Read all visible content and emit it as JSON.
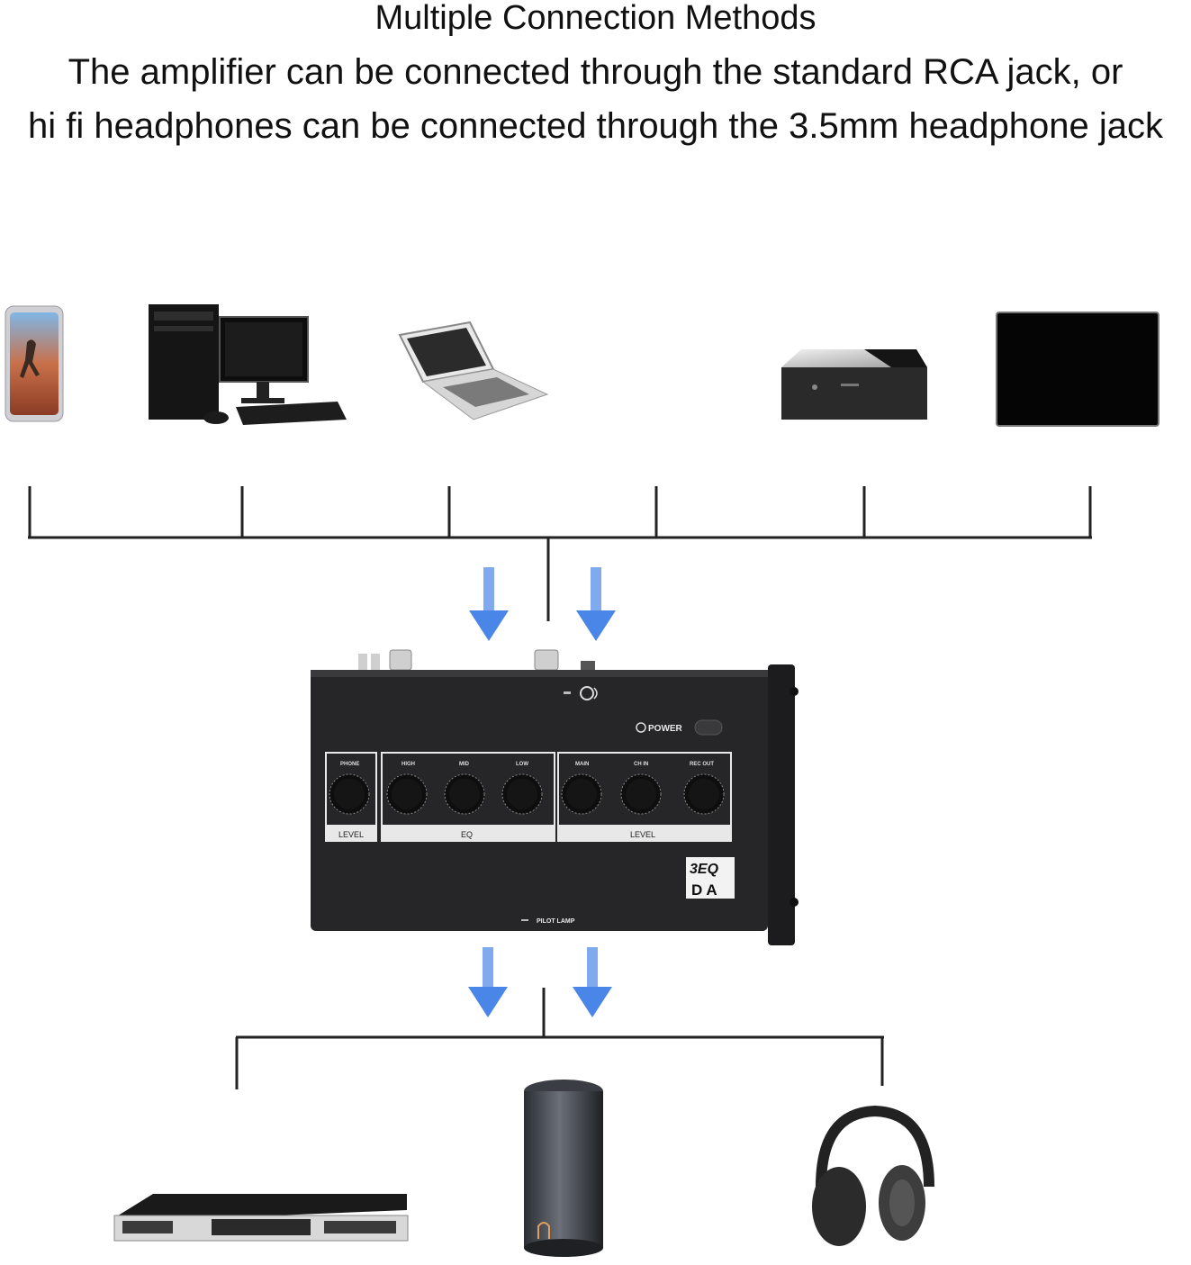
{
  "header": {
    "title": "Multiple Connection Methods",
    "line1": "The amplifier can be connected through the standard RCA jack, or",
    "line2": "hi fi headphones can be connected through the 3.5mm headphone jack"
  },
  "amplifier": {
    "power_label": "POWER",
    "knob_labels": [
      "PHONE",
      "HIGH",
      "MID",
      "LOW",
      "MAIN",
      "CH IN",
      "REC OUT"
    ],
    "section_labels": [
      "LEVEL",
      "EQ",
      "LEVEL"
    ],
    "badge_top": "3EQ",
    "badge_bottom": "D A",
    "pilot_lamp_label": "PILOT LAMP"
  },
  "colors": {
    "arrow": "#4a86e8",
    "amp_body": "#262628",
    "line": "#222222"
  },
  "icons": {
    "inputs": [
      "smartphone-icon",
      "desktop-computer-icon",
      "laptop-icon",
      "media-player-icon",
      "tablet-icon"
    ],
    "outputs": [
      "power-amplifier-icon",
      "speaker-icon",
      "headphones-icon"
    ]
  }
}
